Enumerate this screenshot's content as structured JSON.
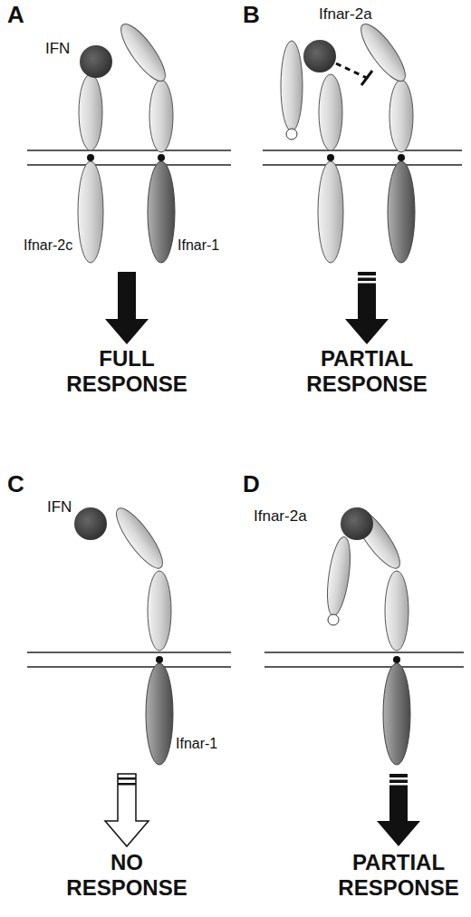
{
  "diagram": {
    "labels": [
      "A",
      "IFN",
      "Ifnar-2c",
      "Ifnar-1",
      "FULL RESPONSE",
      "B",
      "Ifnar-2a",
      "PARTIAL RESPONSE",
      "C",
      "IFN",
      "Ifnar-1",
      "NO RESPONSE",
      "D",
      "Ifnar-2a",
      "PARTIAL RESPONSE"
    ]
  }
}
